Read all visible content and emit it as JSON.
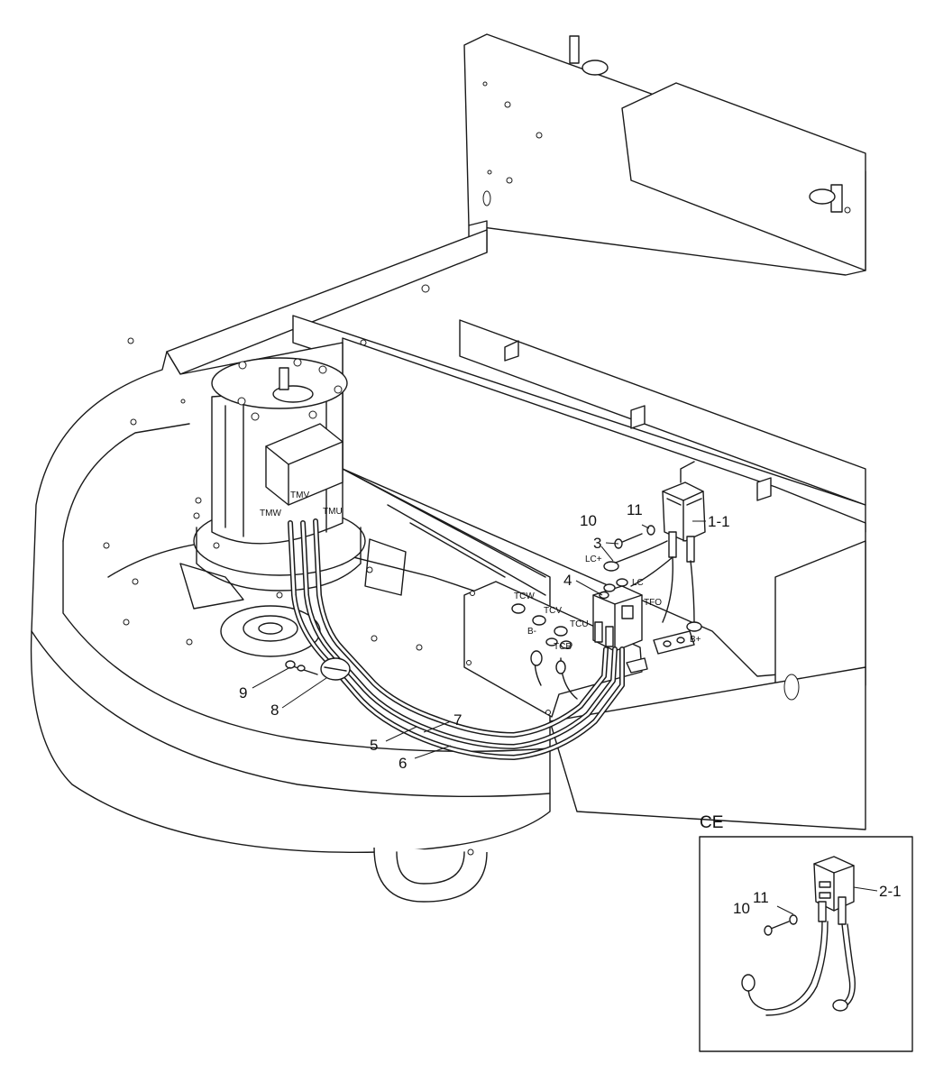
{
  "callouts": {
    "c1_1": "1-1",
    "c3": "3",
    "c4": "4",
    "c5": "5",
    "c6": "6",
    "c7": "7",
    "c8": "8",
    "c9": "9",
    "c10": "10",
    "c11": "11"
  },
  "terminals": {
    "tmv": "TMV",
    "tmw": "TMW",
    "tmu": "TMU",
    "tcw": "TCW",
    "tcv": "TCV",
    "tcu": "TCU",
    "tcb": "TCB",
    "b_minus": "B-",
    "lc_plus": "LC+",
    "lc": "LC",
    "tfo": "TFO",
    "b_plus": "B+"
  },
  "inset": {
    "title": "CE",
    "c2_1": "2-1",
    "c10": "10",
    "c11": "11"
  }
}
